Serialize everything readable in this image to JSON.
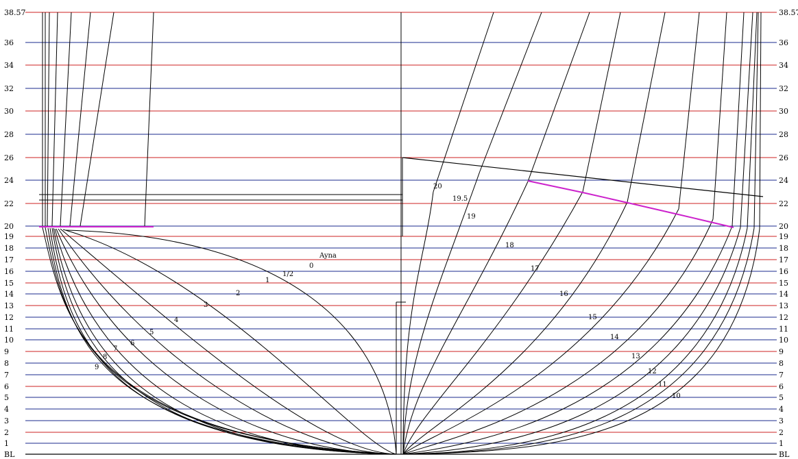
{
  "diagram": {
    "type": "ship body plan (station sections with waterlines)",
    "waterline_labels": [
      "BL",
      "1",
      "2",
      "3",
      "4",
      "5",
      "6",
      "7",
      "8",
      "9",
      "10",
      "11",
      "12",
      "13",
      "14",
      "15",
      "16",
      "17",
      "18",
      "19",
      "20",
      "22",
      "24",
      "26",
      "28",
      "30",
      "32",
      "34",
      "36",
      "38.57"
    ],
    "aft_station_labels": [
      "Ayna",
      "0",
      "1/2",
      "1",
      "2",
      "3",
      "4",
      "5",
      "6",
      "7",
      "8",
      "9"
    ],
    "fwd_station_labels": [
      "20",
      "19.5",
      "19",
      "18",
      "17",
      "16",
      "15",
      "14",
      "13",
      "12",
      "11",
      "10"
    ],
    "colors": {
      "waterline_red": "#cc2020",
      "waterline_blue": "#1a2a8c",
      "section_line": "#000000",
      "deck_line_magenta": "#cc22cc",
      "label_16_color": "#1a2a8c"
    }
  }
}
